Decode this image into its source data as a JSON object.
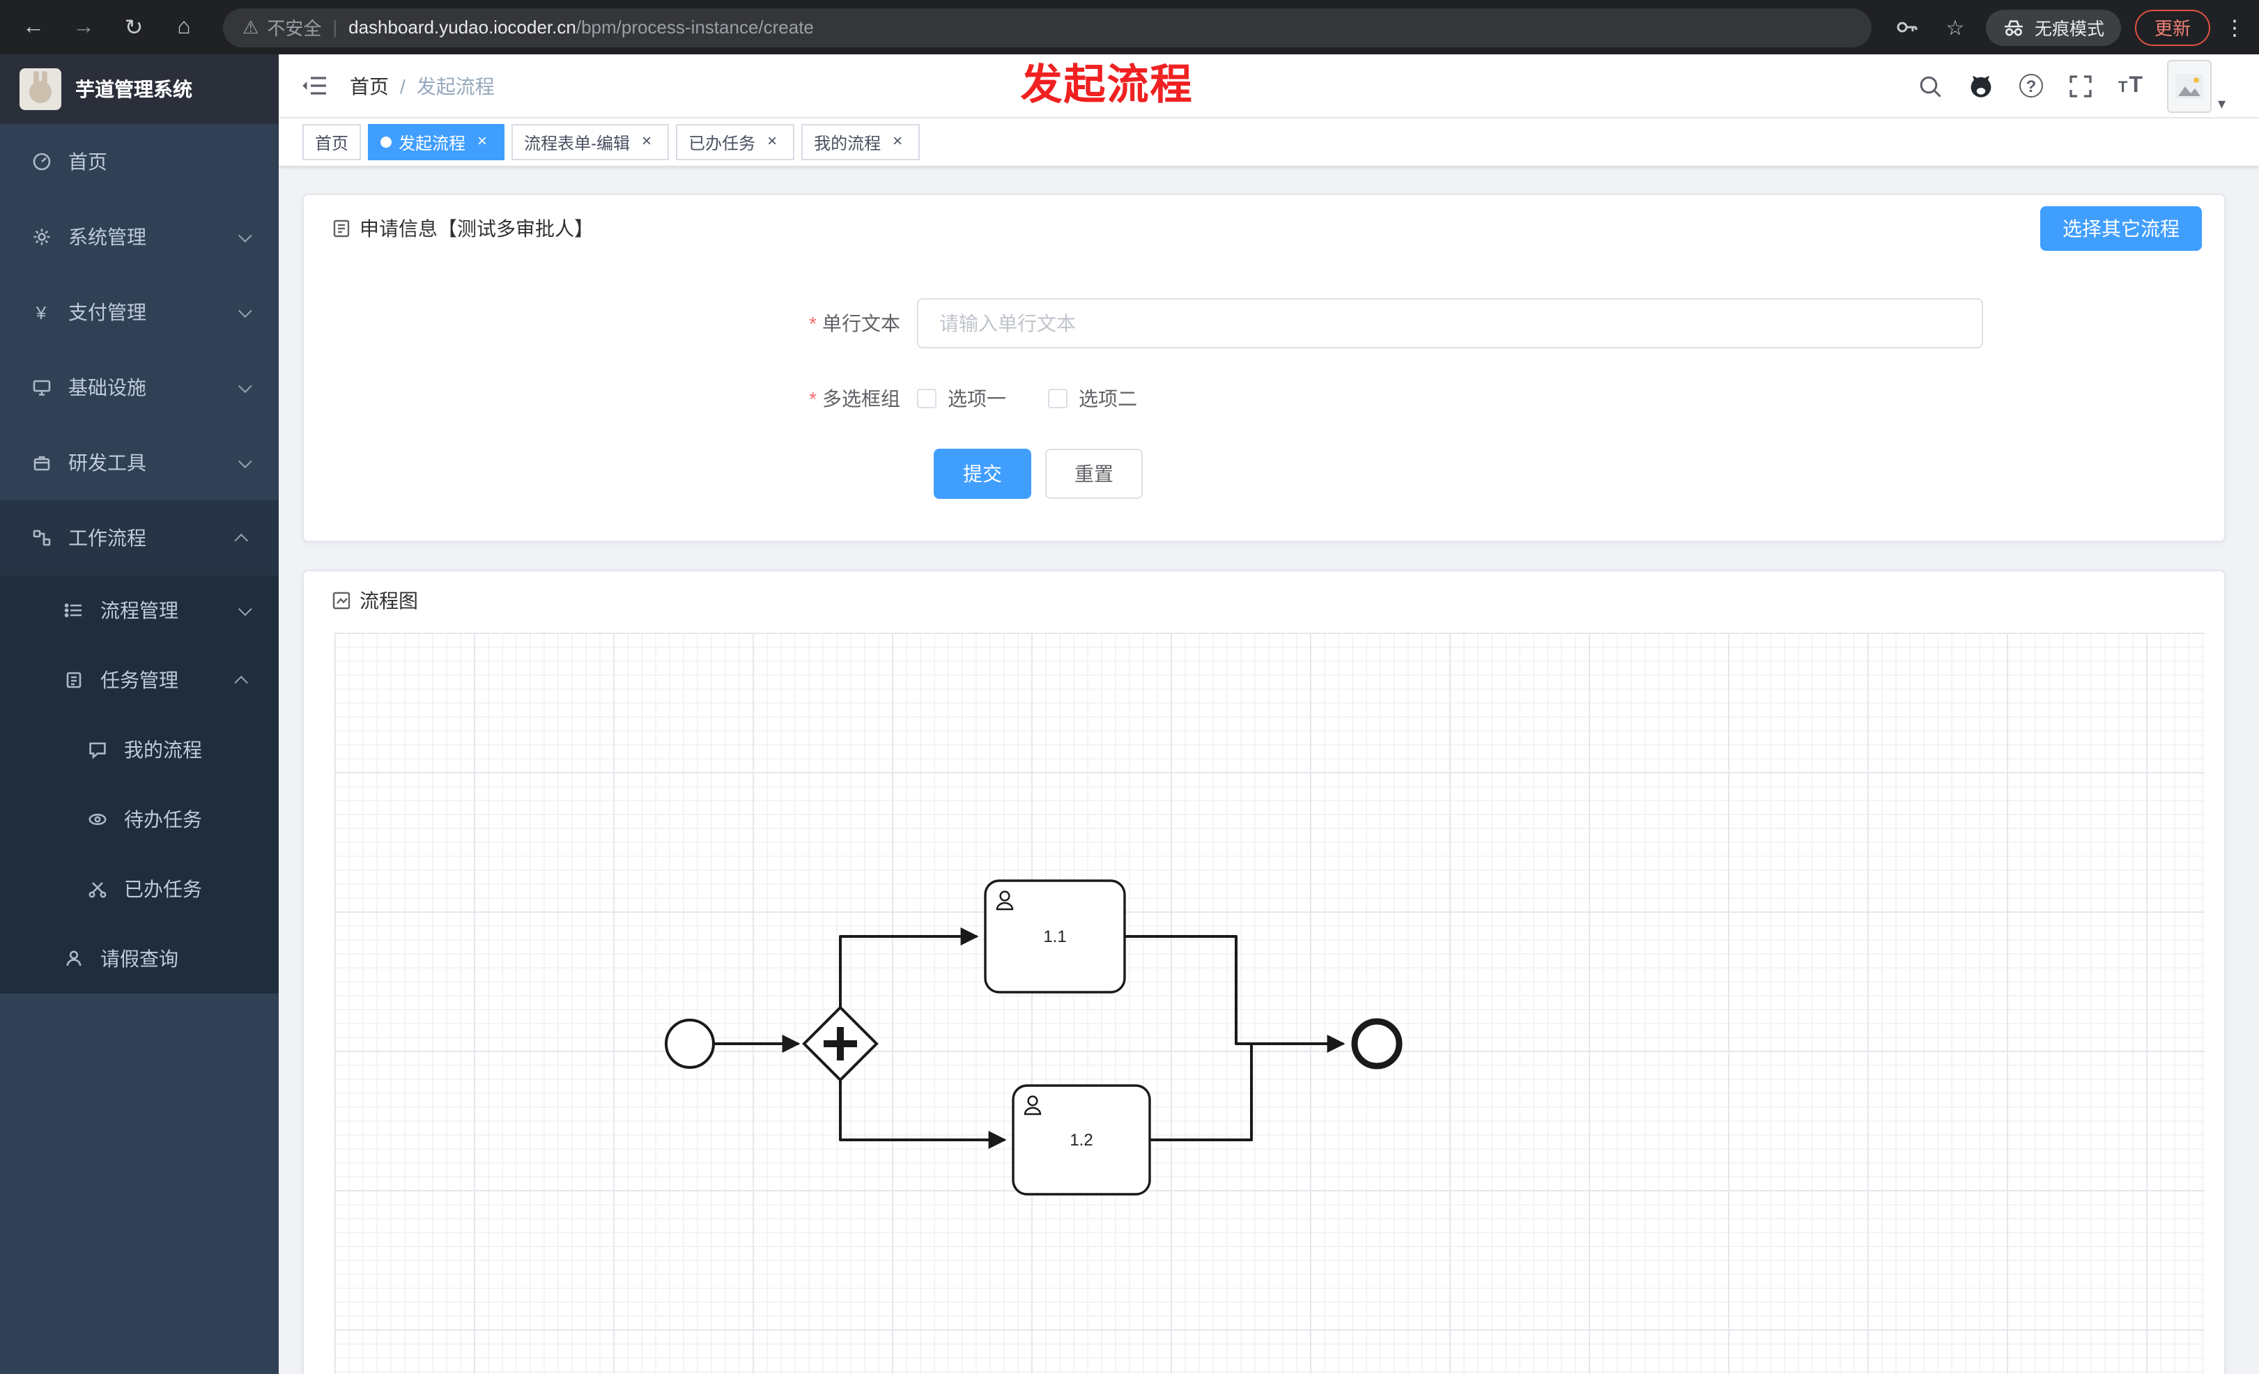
{
  "browser": {
    "security_label": "不安全",
    "url_host": "dashboard.yudao.iocoder.cn",
    "url_path": "/bpm/process-instance/create",
    "incognito_label": "无痕模式",
    "update_label": "更新"
  },
  "icons": {
    "back": "←",
    "forward": "→",
    "reload": "↻",
    "home": "⌂",
    "warning": "⚠",
    "star": "☆",
    "kebab": "⋮",
    "close": "×",
    "caret_down": "▾",
    "breadcrumb_separator": "/",
    "question": "?",
    "yen": "¥"
  },
  "sidebar": {
    "logo_title": "芋道管理系统",
    "menu": [
      {
        "label": "首页"
      },
      {
        "label": "系统管理"
      },
      {
        "label": "支付管理"
      },
      {
        "label": "基础设施"
      },
      {
        "label": "研发工具"
      },
      {
        "label": "工作流程"
      }
    ],
    "workflow_children": [
      {
        "label": "流程管理"
      },
      {
        "label": "任务管理"
      }
    ],
    "task_children": [
      {
        "label": "我的流程"
      },
      {
        "label": "待办任务"
      },
      {
        "label": "已办任务"
      }
    ],
    "leave_item": {
      "label": "请假查询"
    }
  },
  "header": {
    "breadcrumb_home": "首页",
    "breadcrumb_current": "发起流程",
    "annotation": "发起流程"
  },
  "tabs": [
    {
      "label": "首页",
      "active": false,
      "closable": false
    },
    {
      "label": "发起流程",
      "active": true,
      "closable": true
    },
    {
      "label": "流程表单-编辑",
      "active": false,
      "closable": true
    },
    {
      "label": "已办任务",
      "active": false,
      "closable": true
    },
    {
      "label": "我的流程",
      "active": false,
      "closable": true
    }
  ],
  "form_card": {
    "title": "申请信息【测试多审批人】",
    "select_other_button": "选择其它流程",
    "required_mark": "*",
    "text_field": {
      "label": "单行文本",
      "placeholder": "请输入单行文本",
      "value": ""
    },
    "checkbox_group": {
      "label": "多选框组",
      "options": [
        {
          "label": "选项一",
          "checked": false
        },
        {
          "label": "选项二",
          "checked": false
        }
      ]
    },
    "submit_label": "提交",
    "reset_label": "重置"
  },
  "diagram_card": {
    "title": "流程图",
    "tasks": [
      {
        "label": "1.1"
      },
      {
        "label": "1.2"
      }
    ]
  },
  "colors": {
    "accent": "#409eff",
    "annotation_red": "#f02121",
    "sidebar_bg": "#304156",
    "submenu_bg": "#1f2d3d",
    "update_chip_red": "#f08072"
  }
}
